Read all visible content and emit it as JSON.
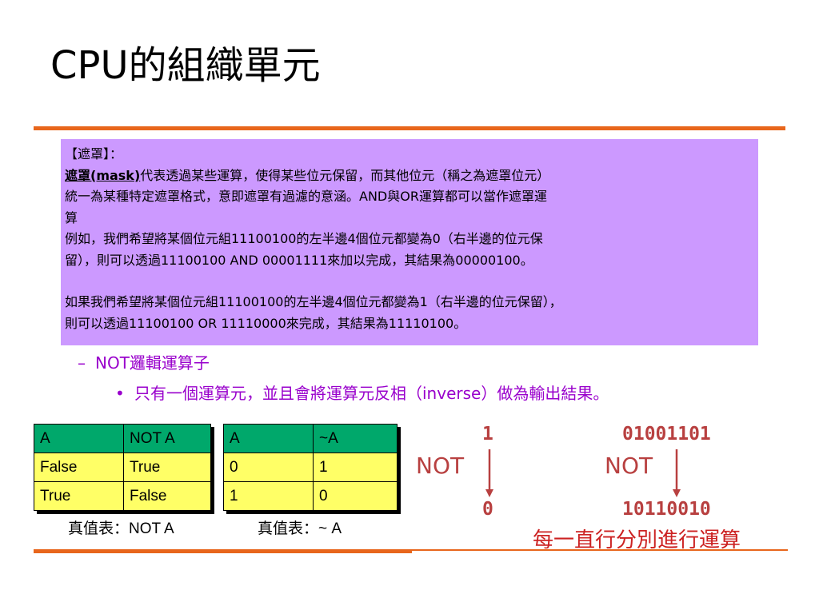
{
  "title": "CPU的組織單元",
  "mask_box": {
    "heading": "【遮罩】：",
    "term": "遮罩(mask)",
    "line1_rest": "代表透過某些運算，使得某些位元保留，而其他位元（稱之為遮罩位元）",
    "line2": "統一為某種特定遮罩格式，意即遮罩有過濾的意涵。AND與OR運算都可以當作遮罩運",
    "line3": "算",
    "line4": "例如，我們希望將某個位元組11100100的左半邊4個位元都變為0（右半邊的位元保",
    "line5": "留），則可以透過11100100 AND 00001111來加以完成，其結果為00000100。",
    "line6": "如果我們希望將某個位元組11100100的左半邊4個位元都變為1（右半邊的位元保留），",
    "line7": "則可以透過11100100 OR 11110000來完成，其結果為11110100。"
  },
  "bullet_level1": {
    "dash": "–",
    "text": "NOT邏輯運算子"
  },
  "bullet_level2": {
    "dot": "•",
    "text": "只有一個運算元，並且會將運算元反相（inverse）做為輸出結果。"
  },
  "truth_table_1": {
    "headers": [
      "A",
      "NOT A"
    ],
    "rows": [
      [
        "False",
        "True"
      ],
      [
        "True",
        "False"
      ]
    ],
    "caption": "真值表：NOT A"
  },
  "truth_table_2": {
    "headers": [
      "A",
      "~A"
    ],
    "rows": [
      [
        "0",
        "1"
      ],
      [
        "1",
        "0"
      ]
    ],
    "caption": "真值表：~ A"
  },
  "diagram": {
    "left": {
      "input": "1",
      "op": "NOT",
      "output": "0"
    },
    "right": {
      "input": "01001101",
      "op": "NOT",
      "output": "10110010"
    },
    "note": "每一直行分別進行運算",
    "color": "#b84040"
  },
  "colors": {
    "accent_rule": "#e8661c",
    "mask_box_bg": "#cc99ff",
    "table_header_bg": "#00a86b",
    "table_row_bg": "#ffff66",
    "bullet_text": "#9900cc"
  }
}
